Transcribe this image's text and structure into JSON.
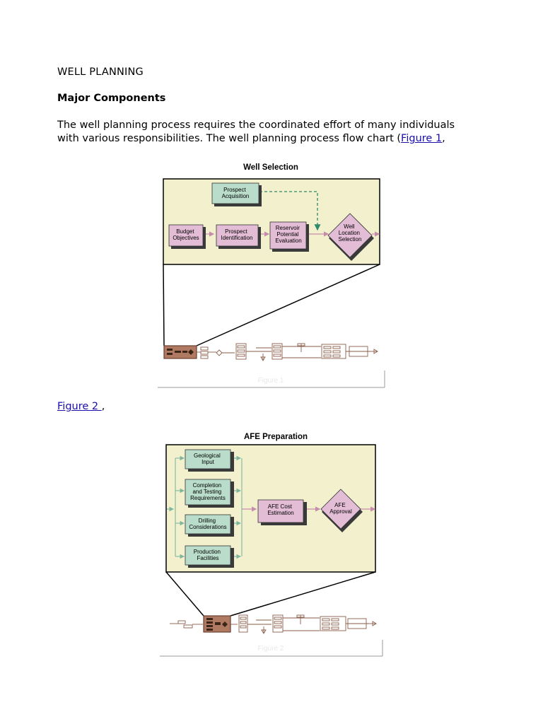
{
  "doc": {
    "title": "WELL PLANNING",
    "section": "Major Components",
    "para_line1": "The well planning process requires the coordinated effort of many individuals",
    "para_line2_pre": "with various responsibilities. The well planning process flow chart (",
    "figure1_link": "Figure 1",
    "para_line2_post": ",",
    "figure2_link": "Figure 2 ",
    "para2_post": ","
  },
  "figure1": {
    "title": "Well Selection",
    "boxes": {
      "prospect_acquisition": [
        "Prospect",
        "Acquisition"
      ],
      "budget_objectives": [
        "Budget",
        "Objectives"
      ],
      "prospect_identification": [
        "Prospect",
        "Identification"
      ],
      "reservoir_evaluation": [
        "Reservoir",
        "Potential",
        "Evaluation"
      ],
      "well_location": [
        "Well",
        "Location",
        "Selection"
      ]
    },
    "caption": "Figure 1"
  },
  "figure2": {
    "title": "AFE Preparation",
    "boxes": {
      "geological_input": [
        "Geological",
        "Input"
      ],
      "completion_testing": [
        "Completion",
        "and Testing",
        "Requirements"
      ],
      "drilling_considerations": [
        "Drilling",
        "Considerations"
      ],
      "production_facilities": [
        "Production",
        "Facilities"
      ],
      "afe_cost": [
        "AFE Cost",
        "Estimation"
      ],
      "afe_approval": [
        "AFE",
        "Approval"
      ]
    },
    "caption": "Figure 2"
  },
  "colors": {
    "panel_fill": "#f2f0cd",
    "pink_box": "#e3bcd6",
    "green_box": "#b9dccb",
    "shadow": "#3a3a3a",
    "pink_line": "#c68cab",
    "green_line": "#7fb6a0",
    "dashed_arrow": "#2e8a6a",
    "mini_chart": "#8a5d49",
    "link": "#1a0dab"
  }
}
